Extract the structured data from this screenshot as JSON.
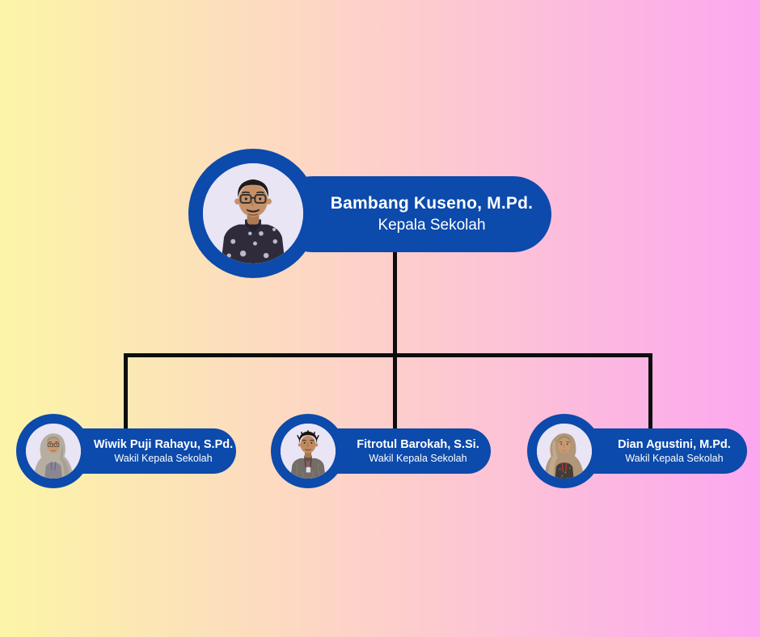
{
  "org": {
    "root": {
      "name": "Bambang Kuseno, M.Pd.",
      "title": "Kepala Sekolah"
    },
    "children": [
      {
        "name": "Wiwik Puji Rahayu, S.Pd.",
        "title": "Wakil Kepala Sekolah"
      },
      {
        "name": "Fitrotul Barokah, S.Si.",
        "title": "Wakil Kepala Sekolah"
      },
      {
        "name": "Dian Agustini, M.Pd.",
        "title": "Wakil Kepala Sekolah"
      }
    ]
  },
  "colors": {
    "node_blue": "#0c4aab",
    "photo_background": "#e9e5f5",
    "connector_black": "#0d0d0d",
    "background_gradient_left": "#fcf5a7",
    "background_gradient_right": "#fca7ef",
    "text": "#ffffff"
  }
}
